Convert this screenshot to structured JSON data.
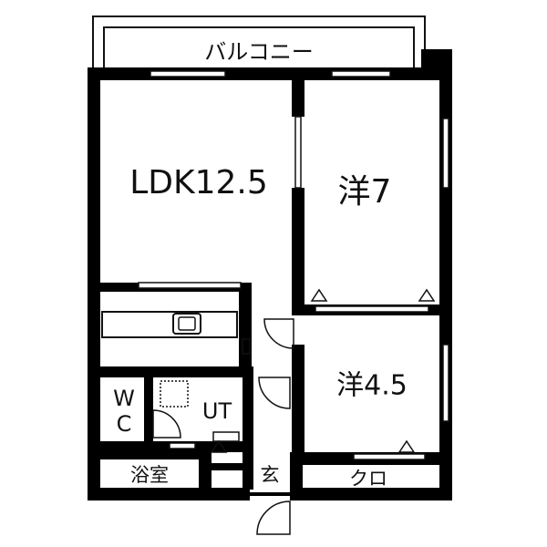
{
  "rooms": {
    "balcony": "バルコニー",
    "ldk": "LDK12.5",
    "western_room_1": "洋7",
    "western_room_2": "洋4.5",
    "toilet_w": "W",
    "toilet_c": "C",
    "utility": "UT",
    "bathroom": "浴室",
    "entrance": "玄",
    "closet": "クロ"
  },
  "colors": {
    "wall": "#000000",
    "thin_line": "#111111",
    "window": "#ffffff",
    "background": "#ffffff"
  }
}
